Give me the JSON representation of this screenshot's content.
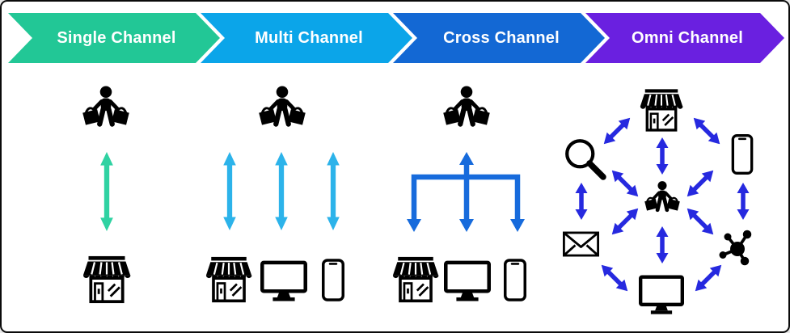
{
  "canvas": {
    "background": "#ffffff",
    "border_color": "#0a0a0a"
  },
  "columns": [
    {
      "id": "single-channel",
      "banner": {
        "label": "Single Channel",
        "color": "#22c796"
      },
      "actor_icon": "shopper-icon",
      "arrows": {
        "color": "#2fd2a2",
        "type": "bidirectional",
        "count": 1
      },
      "channel_icons": [
        "store-icon"
      ]
    },
    {
      "id": "multi-channel",
      "banner": {
        "label": "Multi Channel",
        "color": "#0ba5e9"
      },
      "actor_icon": "shopper-icon",
      "arrows": {
        "color": "#2cb3ea",
        "type": "bidirectional",
        "count": 3
      },
      "channel_icons": [
        "store-icon",
        "desktop-icon",
        "phone-icon"
      ]
    },
    {
      "id": "cross-channel",
      "banner": {
        "label": "Cross Channel",
        "color": "#1368d4"
      },
      "actor_icon": "shopper-icon",
      "arrows": {
        "color": "#176bdc",
        "type": "branched",
        "count": 1
      },
      "channel_icons": [
        "store-icon",
        "desktop-icon",
        "phone-icon"
      ]
    },
    {
      "id": "omni-channel",
      "banner": {
        "label": "Omni Channel",
        "color": "#6a20e0"
      },
      "actor_icon": "shopper-icon",
      "arrows": {
        "color": "#2629df",
        "type": "bidirectional-network",
        "count": 12
      },
      "channel_icons": [
        "store-icon",
        "phone-icon",
        "network-icon",
        "desktop-icon",
        "email-icon",
        "search-icon"
      ]
    }
  ]
}
